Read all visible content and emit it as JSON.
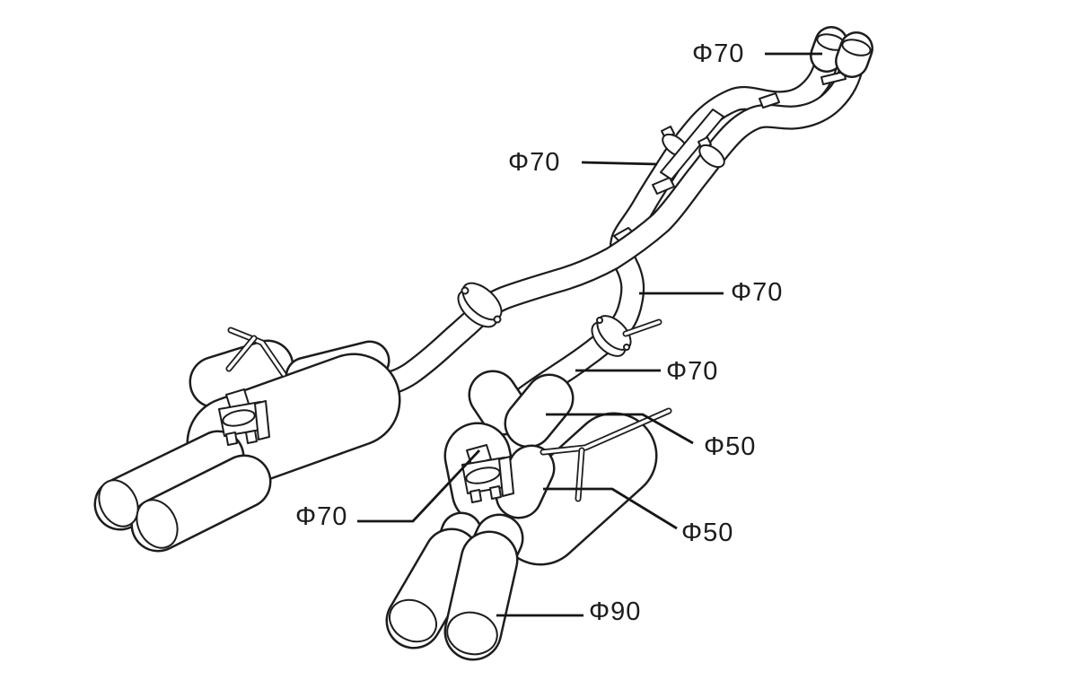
{
  "page": {
    "background": "#ffffff",
    "ink": "#1d1d1d",
    "type": "technical-line-drawing",
    "subject": "exhaust-system-diagram"
  },
  "diagram": {
    "labels": [
      {
        "id": "front-tip-flange-diameter",
        "text": "Φ70",
        "target": "rear connection flanged pipe ends"
      },
      {
        "id": "front-pipe-diameter",
        "text": "Φ70",
        "target": "front section pipe at band clamps"
      },
      {
        "id": "mid-pipe-diameter",
        "text": "Φ70",
        "target": "mid pipe above flange joint"
      },
      {
        "id": "muffler-inlet-pipe-diameter",
        "text": "Φ70",
        "target": "pipe entering center muffler"
      },
      {
        "id": "resonator-upper-pipe-diameter",
        "text": "Φ50",
        "target": "upper small pipe on center muffler"
      },
      {
        "id": "resonator-lower-pipe-diameter",
        "text": "Φ50",
        "target": "lower small pipe on center muffler"
      },
      {
        "id": "valve-section-diameter",
        "text": "Φ70",
        "target": "valve actuator section of center muffler"
      },
      {
        "id": "tailpipe-tip-diameter",
        "text": "Φ90",
        "target": "large exhaust tip"
      }
    ]
  }
}
